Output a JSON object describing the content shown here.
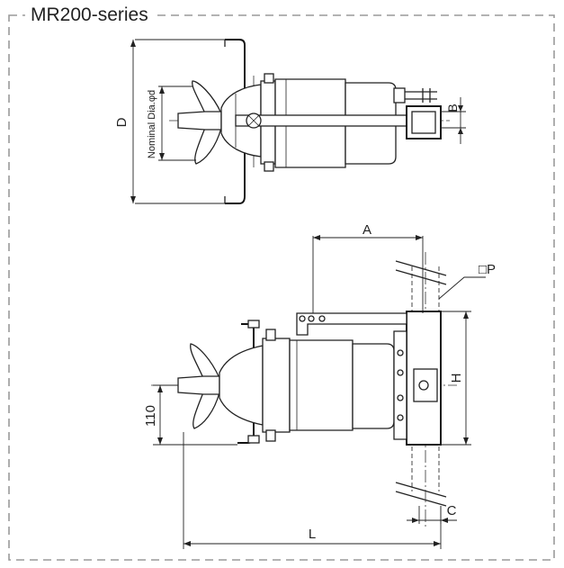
{
  "frame": {
    "title": "MR200-series"
  },
  "top_view": {
    "labels": {
      "diameter": "D",
      "nominal_dia": "Nominal Dia.φd",
      "bracket": "B"
    }
  },
  "side_view": {
    "labels": {
      "offset": "A",
      "post_size": "□P",
      "height": "H",
      "shaft_height": "110",
      "clearance": "C",
      "length": "L"
    }
  },
  "colors": {
    "line": "#222222",
    "frame": "#9a9a9a",
    "background": "#ffffff"
  }
}
